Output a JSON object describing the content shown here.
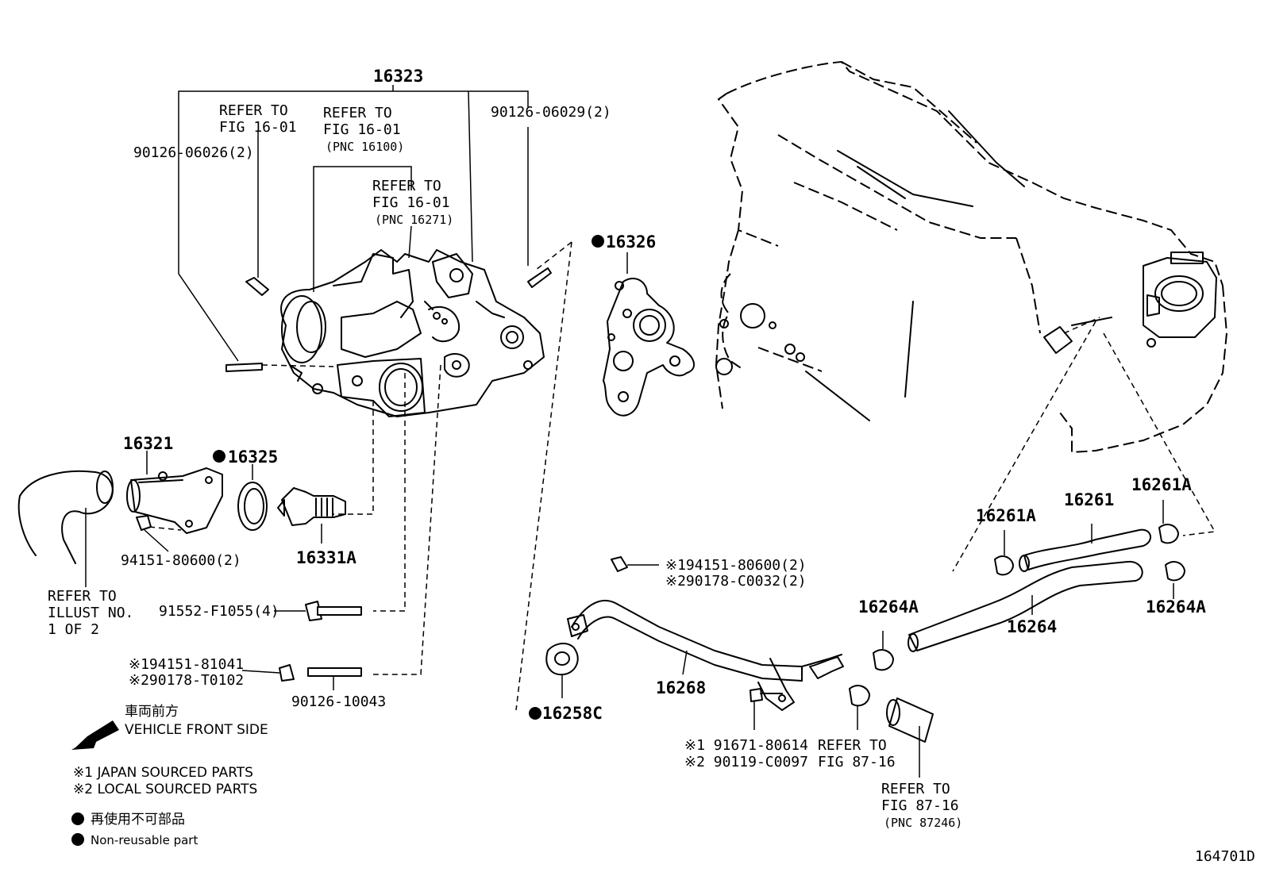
{
  "labels": {
    "p16323": "16323",
    "refer_fig1601_a_1": "REFER TO",
    "refer_fig1601_a_2": "FIG 16-01",
    "refer_fig1601_b_1": "REFER TO",
    "refer_fig1601_b_2": "FIG 16-01",
    "refer_fig1601_b_3": "(PNC 16100)",
    "refer_fig1601_c_1": "REFER TO",
    "refer_fig1601_c_2": "FIG 16-01",
    "refer_fig1601_c_3": "(PNC 16271)",
    "p9012606029": "90126-06029(2)",
    "p9012606026": "90126-06026(2)",
    "p16326": "16326",
    "p16321": "16321",
    "p16325": "16325",
    "p9415180600": "94151-80600(2)",
    "p16331a": "16331A",
    "refer_illust_1": "REFER TO",
    "refer_illust_2": "ILLUST NO.",
    "refer_illust_3": "1 OF 2",
    "p91552": "91552-F1055(4)",
    "p94151_81041": "※194151-81041",
    "p90178_t0102": "※290178-T0102",
    "p90126_10043": "90126-10043",
    "p94151_80600_b": "※194151-80600(2)",
    "p90178_c0032": "※290178-C0032(2)",
    "p16268": "16268",
    "p16258c": "16258C",
    "p91671": "※1 91671-80614",
    "p90119": "※2 90119-C0097",
    "refer_8716_a_1": "REFER TO",
    "refer_8716_a_2": "FIG 87-16",
    "refer_8716_b_1": "REFER TO",
    "refer_8716_b_2": "FIG 87-16",
    "refer_8716_b_3": "(PNC 87246)",
    "p16264a_left": "16264A",
    "p16264": "16264",
    "p16264a_right": "16264A",
    "p16261a_left": "16261A",
    "p16261": "16261",
    "p16261a_right": "16261A",
    "figure_code": "164701D"
  },
  "legend": {
    "front_jp": "車両前方",
    "front_en": "VEHICLE FRONT SIDE",
    "note1": "※1 JAPAN SOURCED PARTS",
    "note2": "※2 LOCAL SOURCED PARTS",
    "nonreuse_jp": "再使用不可部品",
    "nonreuse_en": "Non-reusable part"
  }
}
